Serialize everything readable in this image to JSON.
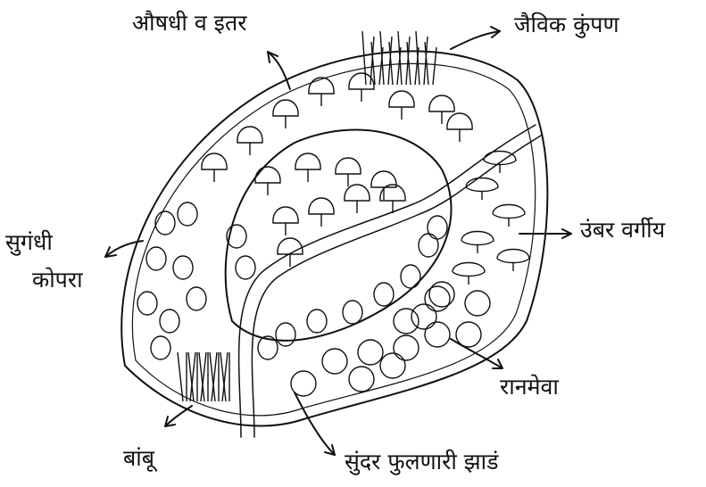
{
  "labels": {
    "medicinal": "औषधी व इतर",
    "bio_fence": "जैविक कुंपण",
    "fragrant_corner": [
      "सुगंधी",
      "कोपरा"
    ],
    "fig_family": "उंबर वर्गीय",
    "wild_fruits": "रानमेवा",
    "bamboo": "बांबू",
    "flowering_shrubs": "सुंदर फुलणारी झाडं"
  },
  "colors": {
    "ink": "#111111",
    "paper": "#ffffff"
  },
  "illustration": "hand-drawn garden zoning sketch"
}
